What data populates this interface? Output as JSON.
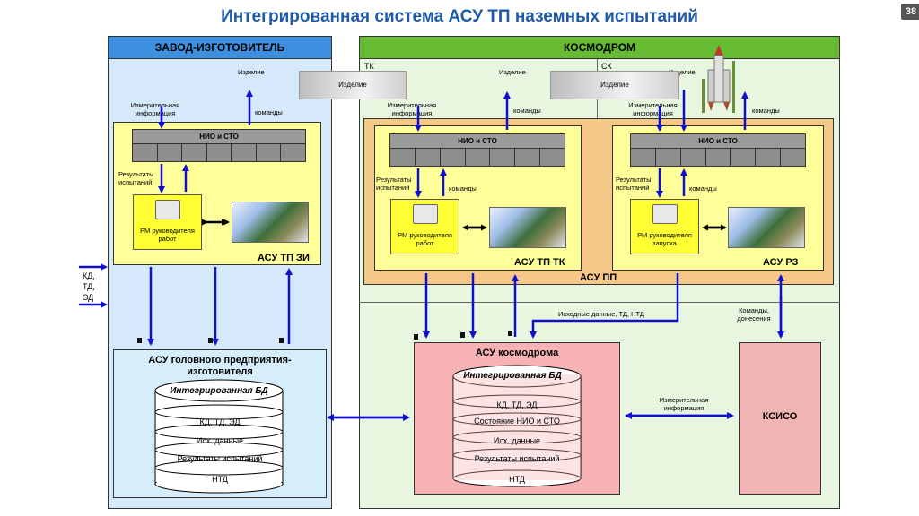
{
  "title": "Интегрированная система АСУ ТП наземных испытаний",
  "page_number": "38",
  "zi": {
    "header": "ЗАВОД-ИЗГОТОВИТЕЛЬ",
    "izdelie": "Изделие",
    "izmer": "Измерительная информация",
    "komandy": "команды",
    "nio": "НИО и СТО",
    "results": "Результаты испытаний",
    "rm": "РМ руководителя работ",
    "asu_label": "АСУ ТП ЗИ",
    "inputs": [
      "КД,",
      "ТД,",
      "ЭД"
    ]
  },
  "kosmodrom": {
    "header": "КОСМОДРОМ",
    "tk_short": "ТК",
    "sk_short": "СК",
    "asu_pp": "АСУ ПП",
    "tk": {
      "izdelie": "Изделие",
      "izmer": "Измерительная информация",
      "komandy_top": "команды",
      "nio": "НИО и СТО",
      "results": "Результаты испытаний",
      "komandy": "команды",
      "rm": "РМ руководителя работ",
      "asu_label": "АСУ ТП ТК"
    },
    "sk": {
      "izdelie": "Изделие",
      "izmer": "Измерительная информация",
      "komandy_top": "команды",
      "nio": "НИО и СТО",
      "results": "Результаты испытаний",
      "komandy": "команды",
      "rm": "РМ руководителя запуска",
      "asu_label": "АСУ РЗ"
    },
    "ishodnye": "Исходные данные, ТД, НТД",
    "komandy_doneseniya": "Команды, донесения",
    "izmer_info": "Измерительная информация",
    "ksiso": "КСИСО"
  },
  "izdelie_banners": [
    "Изделие",
    "Изделие"
  ],
  "asu_head": {
    "title": "АСУ головного предприятия-изготовителя",
    "db_title": "Интегрированная БД",
    "layers": [
      "КД, ТД, ЭД",
      "Исх. данные",
      "Результаты испытаний",
      "НТД"
    ]
  },
  "asu_kosmo": {
    "title": "АСУ космодрома",
    "db_title": "Интегрированная БД",
    "layers": [
      "КД, ТД, ЭД",
      "Состояние НИО и СТО",
      "Исх. данные",
      "Результаты испытаний",
      "НТД"
    ]
  },
  "colors": {
    "zi_bg": "#d6e9fb",
    "kosmo_bg": "#e8f6e0",
    "header_bg": "#66bb33",
    "zi_header_bg": "#3d8fe0",
    "asu_pp_bg": "#f5c88a",
    "yellow_box": "#ffff99",
    "arrow": "#1010cc",
    "asu_kosmo_bg": "#f7b3b3",
    "ksiso_bg": "#f2b3b3"
  }
}
